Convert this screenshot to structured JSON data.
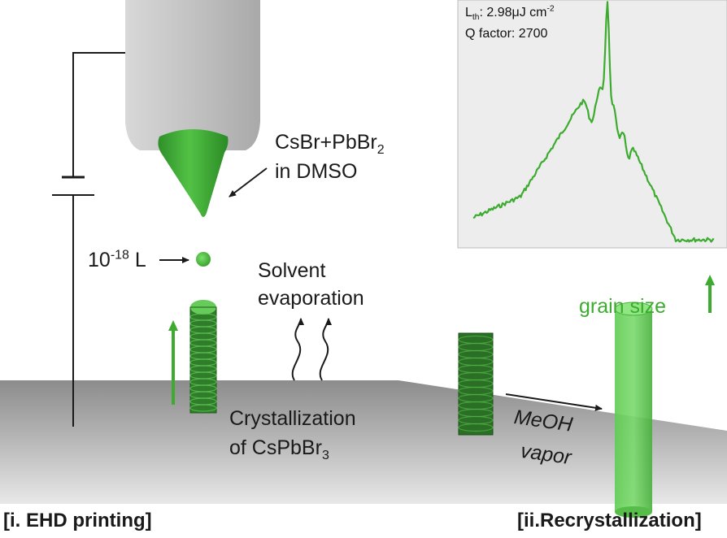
{
  "labels": {
    "precursor_line1_base": "CsBr+PbBr",
    "precursor_line1_sub": "2",
    "precursor_line2": "in DMSO",
    "volume_base": "10",
    "volume_sup": "-18",
    "volume_unit": " L",
    "solvent_line1": "Solvent",
    "solvent_line2": "evaporation",
    "cryst_line1": "Crystallization",
    "cryst_line2_base": "of CsPbBr",
    "cryst_line2_sub": "3",
    "meoh_line1": "MeOH",
    "meoh_line2": "vapor",
    "grain_size": "grain size",
    "stage1": "[i. EHD printing]",
    "stage2": "[ii.Recrystallization]"
  },
  "inset": {
    "threshold_prefix": "L",
    "threshold_sub": "th",
    "threshold_value": ": 2.98μJ cm",
    "threshold_sup": "-2",
    "qfactor": "Q factor: 2700"
  },
  "colors": {
    "green": "#3cab2f",
    "pillar_dark": "#1f6b1c",
    "substrate": "#a9a9a9",
    "nozzle": "#c9c9c9"
  }
}
